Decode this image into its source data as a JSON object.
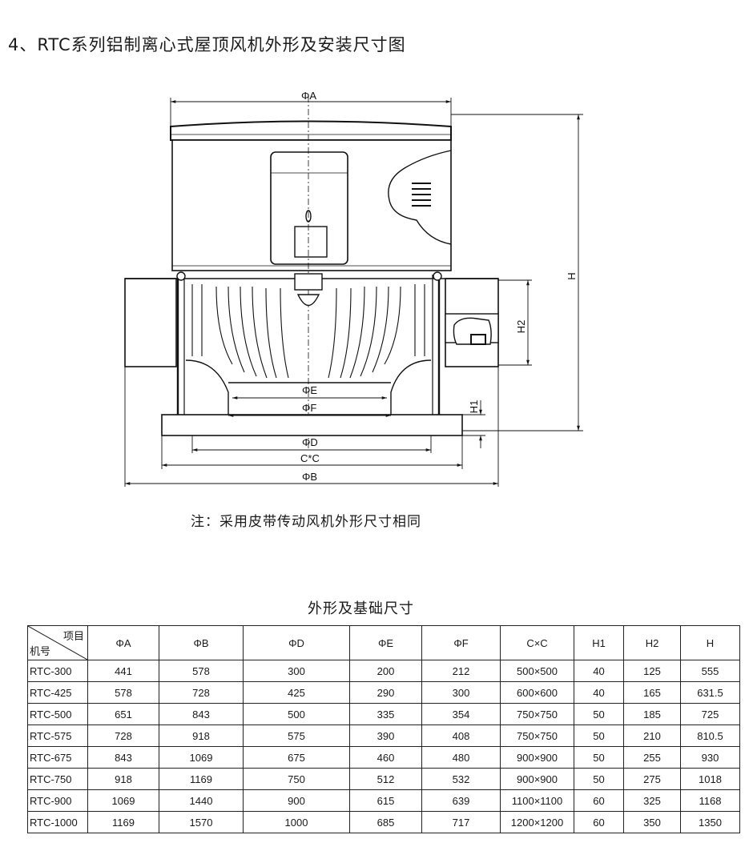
{
  "title": "4、RTC系列铝制离心式屋顶风机外形及安装尺寸图",
  "drawing": {
    "labels": {
      "phiA": "ΦA",
      "phiE": "ΦE",
      "phiF": "ΦF",
      "phiD": "ΦD",
      "cxc": "C*C",
      "phiB": "ΦB",
      "h": "H",
      "h1": "H1",
      "h2": "H2"
    }
  },
  "note": "注：采用皮带传动风机外形尺寸相同",
  "table": {
    "title": "外形及基础尺寸",
    "corner_top": "项目",
    "corner_bottom": "机号",
    "columns": [
      "ΦA",
      "ΦB",
      "ΦD",
      "ΦE",
      "ΦF",
      "C×C",
      "H1",
      "H2",
      "H"
    ],
    "rows": [
      [
        "RTC-300",
        "441",
        "578",
        "300",
        "200",
        "212",
        "500×500",
        "40",
        "125",
        "555"
      ],
      [
        "RTC-425",
        "578",
        "728",
        "425",
        "290",
        "300",
        "600×600",
        "40",
        "165",
        "631.5"
      ],
      [
        "RTC-500",
        "651",
        "843",
        "500",
        "335",
        "354",
        "750×750",
        "50",
        "185",
        "725"
      ],
      [
        "RTC-575",
        "728",
        "918",
        "575",
        "390",
        "408",
        "750×750",
        "50",
        "210",
        "810.5"
      ],
      [
        "RTC-675",
        "843",
        "1069",
        "675",
        "460",
        "480",
        "900×900",
        "50",
        "255",
        "930"
      ],
      [
        "RTC-750",
        "918",
        "1169",
        "750",
        "512",
        "532",
        "900×900",
        "50",
        "275",
        "1018"
      ],
      [
        "RTC-900",
        "1069",
        "1440",
        "900",
        "615",
        "639",
        "1100×1100",
        "60",
        "325",
        "1168"
      ],
      [
        "RTC-1000",
        "1169",
        "1570",
        "1000",
        "685",
        "717",
        "1200×1200",
        "60",
        "350",
        "1350"
      ]
    ]
  }
}
